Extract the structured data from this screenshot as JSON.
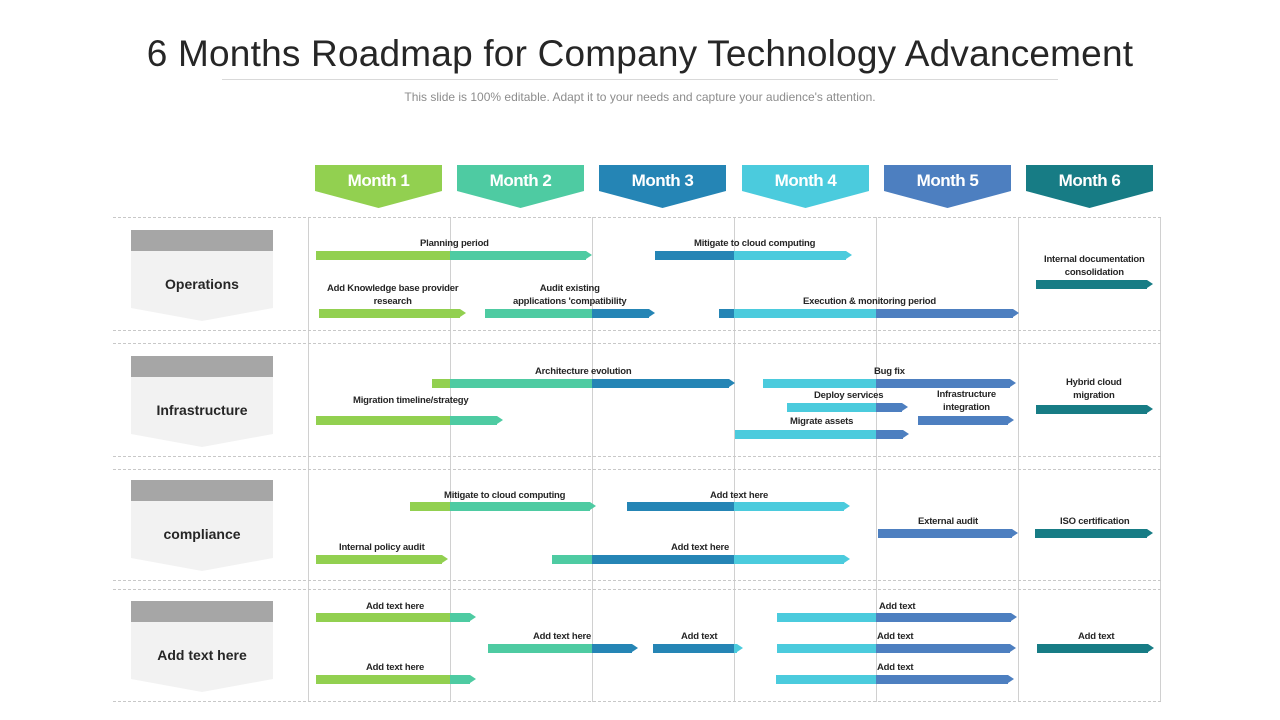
{
  "title": "6 Months Roadmap for Company Technology Advancement",
  "subtitle": "This slide is 100% editable. Adapt it to your needs and capture your audience's attention.",
  "colors": {
    "m1": "#92d050",
    "m2": "#4ecba2",
    "m3": "#2585b5",
    "m4": "#4bcbdd",
    "m5": "#4d7fc0",
    "m6": "#177c85",
    "label_cap": "#a6a6a6",
    "label_body": "#f2f2f2"
  },
  "months": [
    "Month 1",
    "Month 2",
    "Month 3",
    "Month 4",
    "Month 5",
    "Month 6"
  ],
  "rows": [
    "Operations",
    "Infrastructure",
    "compliance",
    "Add text here"
  ],
  "tasks": [
    {
      "label": "Planning period"
    },
    {
      "label": "Mitigate to cloud computing"
    },
    {
      "label": "Internal documentation\nconsolidation"
    },
    {
      "label": "Add Knowledge base provider\nresearch"
    },
    {
      "label": "Audit existing\napplications 'compatibility"
    },
    {
      "label": "Execution & monitoring period"
    },
    {
      "label": "Architecture evolution"
    },
    {
      "label": "Bug fix"
    },
    {
      "label": "Hybrid cloud\nmigration"
    },
    {
      "label": "Migration timeline/strategy"
    },
    {
      "label": "Deploy services"
    },
    {
      "label": "Infrastructure\nintegration"
    },
    {
      "label": "Migrate assets"
    },
    {
      "label": "Mitigate to cloud computing"
    },
    {
      "label": "Add text here"
    },
    {
      "label": "External audit"
    },
    {
      "label": "ISO certification"
    },
    {
      "label": "Internal policy audit"
    },
    {
      "label": "Add text here"
    },
    {
      "label": "Add text here"
    },
    {
      "label": "Add text"
    },
    {
      "label": "Add text here"
    },
    {
      "label": "Add text"
    },
    {
      "label": "Add text"
    },
    {
      "label": "Add text"
    },
    {
      "label": "Add text here"
    },
    {
      "label": "Add text"
    }
  ]
}
